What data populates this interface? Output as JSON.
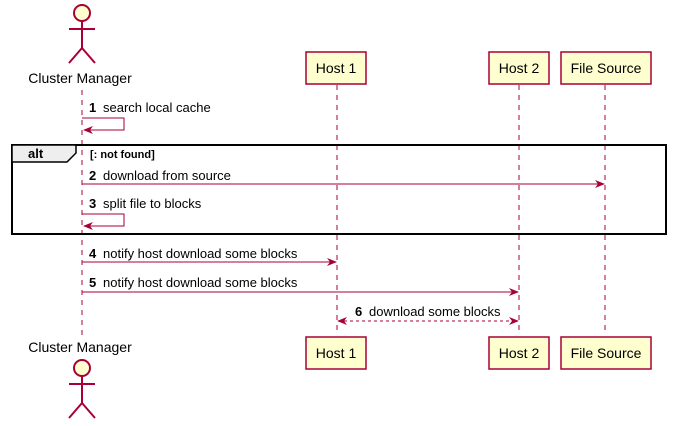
{
  "participants": {
    "cluster_manager": "Cluster Manager",
    "host1": "Host 1",
    "host2": "Host 2",
    "file_source": "File Source"
  },
  "fragment": {
    "operator": "alt",
    "guard": "[: not found]"
  },
  "messages": [
    {
      "num": "1",
      "text": "search local cache"
    },
    {
      "num": "2",
      "text": "download from source"
    },
    {
      "num": "3",
      "text": "split file to blocks"
    },
    {
      "num": "4",
      "text": "notify host download some blocks"
    },
    {
      "num": "5",
      "text": "notify host download some blocks"
    },
    {
      "num": "6",
      "text": "download some blocks"
    }
  ],
  "colors": {
    "line": "#A80036",
    "box_fill": "#FEFECE",
    "text": "#000000"
  }
}
